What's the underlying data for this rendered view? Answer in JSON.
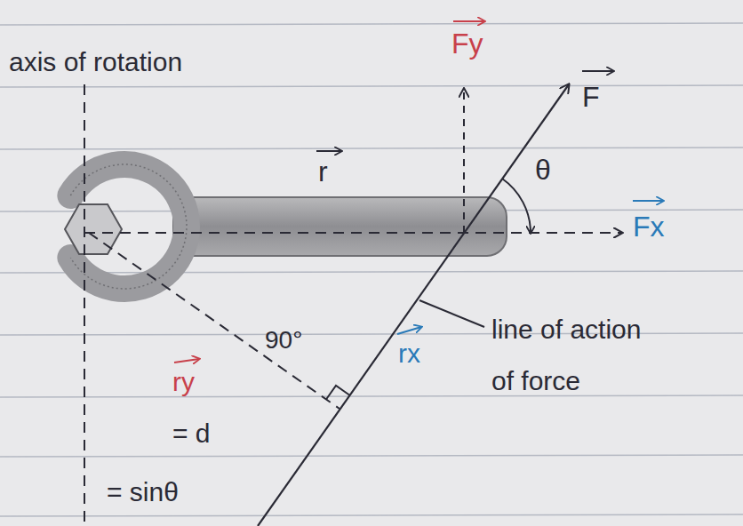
{
  "diagram": {
    "labels": [
      "axis of rotation",
      "Fy",
      "F",
      "r",
      "θ",
      "Fx",
      "90°",
      "rx",
      "line of action of force",
      "ry",
      "= d",
      "= sinθ"
    ]
  }
}
